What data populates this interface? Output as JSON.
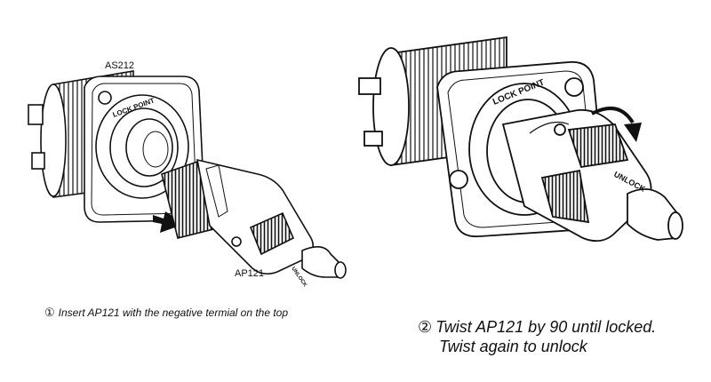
{
  "labels": {
    "socket": "AS212",
    "plug": "AP121"
  },
  "step1": {
    "number": "①",
    "text": "Insert AP121 with the negative termial on the top"
  },
  "step2": {
    "number": "②",
    "line1": "Twist AP121 by 90 until locked.",
    "line2": "Twist again to unlock"
  },
  "ring_text": {
    "lock_point": "LOCK POINT",
    "unlock": "UNLOCK"
  },
  "icons": [
    "insert-arrow-icon",
    "twist-arrow-icon"
  ],
  "colors": {
    "line": "#111111",
    "background": "#ffffff"
  }
}
